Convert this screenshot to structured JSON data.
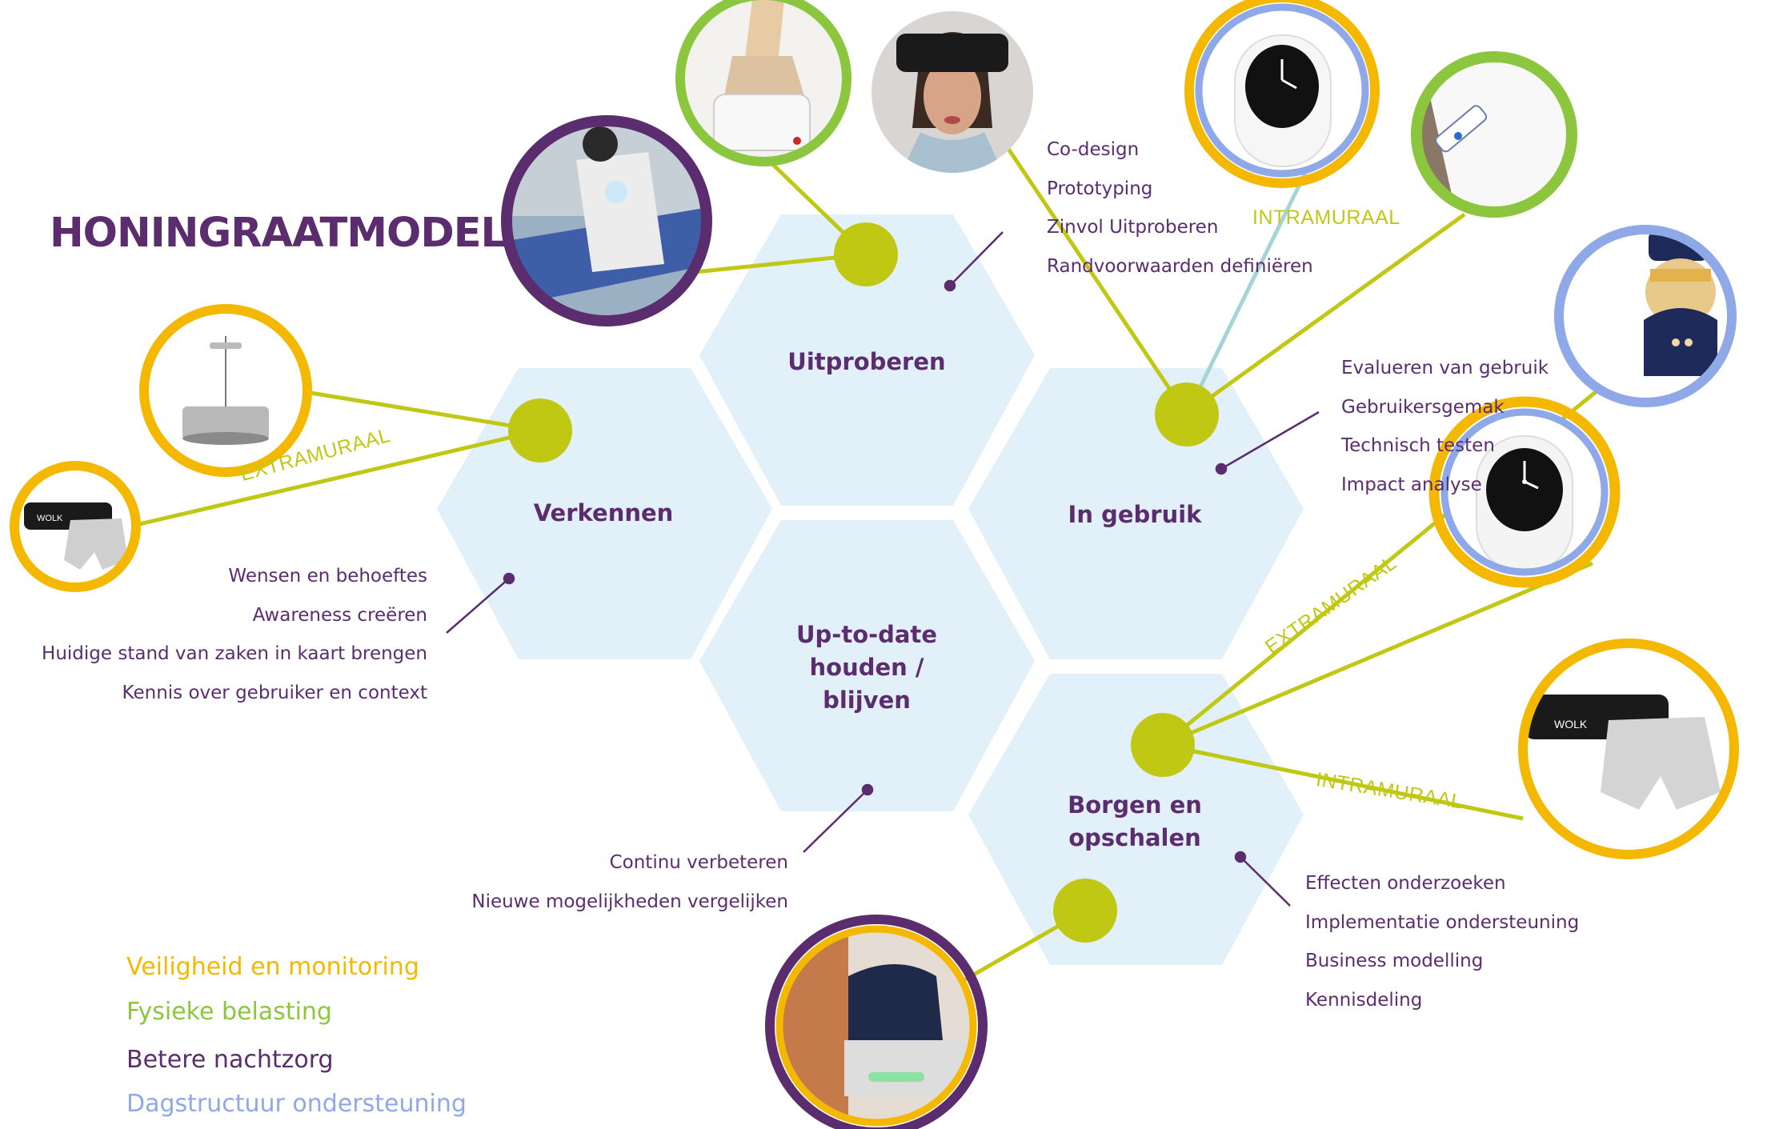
{
  "title": "HONINGRAATMODEL",
  "hexagons": {
    "uitproberen": "Uitproberen",
    "verkennen": "Verkennen",
    "in_gebruik": "In gebruik",
    "uptodate": [
      "Up-to-date",
      "houden /",
      "blijven"
    ],
    "borgen": [
      "Borgen en",
      "opschalen"
    ]
  },
  "lists": {
    "uitproberen": [
      "Co-design",
      "Prototyping",
      "Zinvol Uitproberen",
      "Randvoorwaarden definiëren"
    ],
    "in_gebruik": [
      "Evalueren van gebruik",
      "Gebruikersgemak",
      "Technisch testen",
      "Impact analyse"
    ],
    "verkennen": [
      "Wensen en behoeftes",
      "Awareness creëren",
      "Huidige stand van zaken in kaart brengen",
      "Kennis over gebruiker en context"
    ],
    "uptodate": [
      "Continu verbeteren",
      "Nieuwe mogelijkheden vergelijken"
    ],
    "borgen": [
      "Effecten onderzoeken",
      "Implementatie ondersteuning",
      "Business modelling",
      "Kennisdeling"
    ]
  },
  "zones": {
    "extramuraal_left": "EXTRAMURAAL",
    "intramuraal_top": "INTRAMURAAL",
    "extramuraal_right": "EXTRAMURAAL",
    "intramuraal_bottom": "INTRAMURAAL"
  },
  "legend": [
    {
      "label": "Veiligheid en monitoring",
      "color": "#f5b800"
    },
    {
      "label": "Fysieke belasting",
      "color": "#8cc63f"
    },
    {
      "label": "Betere nachtzorg",
      "color": "#5b2d6e"
    },
    {
      "label": "Dagstructuur ondersteuning",
      "color": "#8fa8e8"
    }
  ],
  "image_text": {
    "wolk_belt": "WOLK"
  },
  "colors": {
    "hex_fill": "#e2f0f9",
    "text": "#5b2d6e",
    "connector": "#c0c814",
    "yellow": "#f5b800",
    "green": "#8cc63f",
    "purple": "#5b2d6e",
    "blue": "#8fa8e8",
    "teal": "#a6d4d6"
  }
}
